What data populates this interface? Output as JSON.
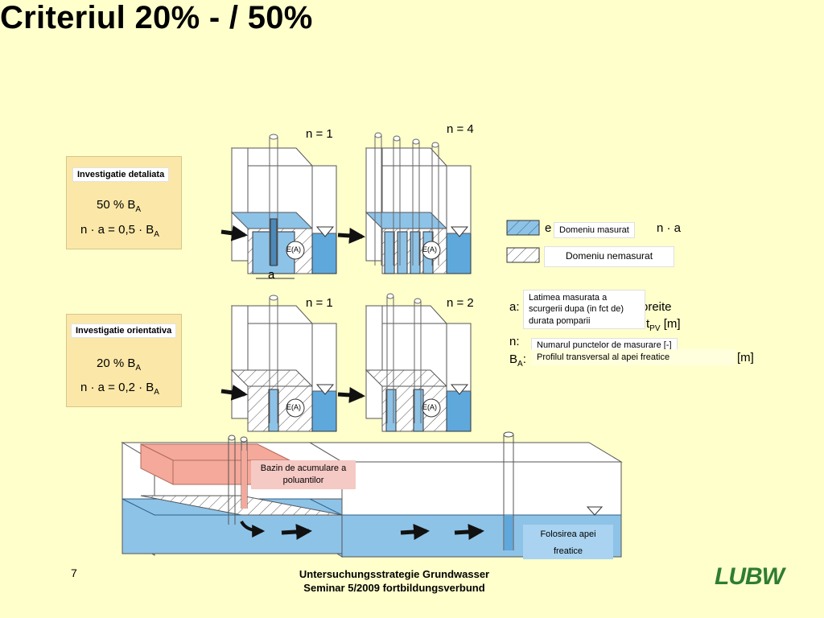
{
  "title": "Criteriul 20% - / 50%",
  "panel_top": {
    "tag": "Investigatie detaliata",
    "line1_main": "50 % B",
    "line1_sub": "A",
    "line2_main": "n · a = 0,5 · B",
    "line2_sub": "A"
  },
  "panel_bottom": {
    "tag": "Investigatie orientativa",
    "line1_main": "20 % B",
    "line1_sub": "A",
    "line2_main": "n · a = 0,2 · B",
    "line2_sub": "A"
  },
  "diagram_labels": {
    "n_top_left": "n = 1",
    "n_top_right": "n = 4",
    "n_bottom_left": "n = 1",
    "n_bottom_right": "n = 2",
    "a_label": "a",
    "well_label": "E(A)"
  },
  "legend": {
    "measured_fragment": "e",
    "measured_note": "Domeniu masurat",
    "measured_suffix": "n · a",
    "unmeasured_note": "Domeniu nemasurat",
    "a_prefix": "a:",
    "a_trailing": "oreite",
    "a_second_main": "t",
    "a_second_sub": "PV",
    "a_unit": "[m]",
    "a_note": "Latimea masurata a scurgerii dupa (in fct de) durata pomparii",
    "n_prefix": "n:",
    "n_note": "Numarul punctelor de masurare [-]",
    "ba_prefix_main": "B",
    "ba_prefix_sub": "A",
    "ba_colon": ":",
    "ba_note": "Profilul transversal al apei freatice",
    "ba_unit": "[m]"
  },
  "bottom_scene": {
    "pollutant_label": "Bazin de acumulare a poluantilor",
    "use_label": "Folosirea apei freatice"
  },
  "footer": {
    "page_number": "7",
    "line1": "Untersuchungsstrategie Grundwasser",
    "line2": "Seminar 5/2009 fortbildungsverbund",
    "logo": "LUBW"
  },
  "colors": {
    "background": "#FFFFCC",
    "panel": "#FBE8A8",
    "water": "#8EC3E8",
    "water_strong": "#5FA8DC",
    "pollutant": "#F4A99A",
    "callout_pink": "#F5C9C4",
    "callout_blue": "#A9D3F0"
  }
}
